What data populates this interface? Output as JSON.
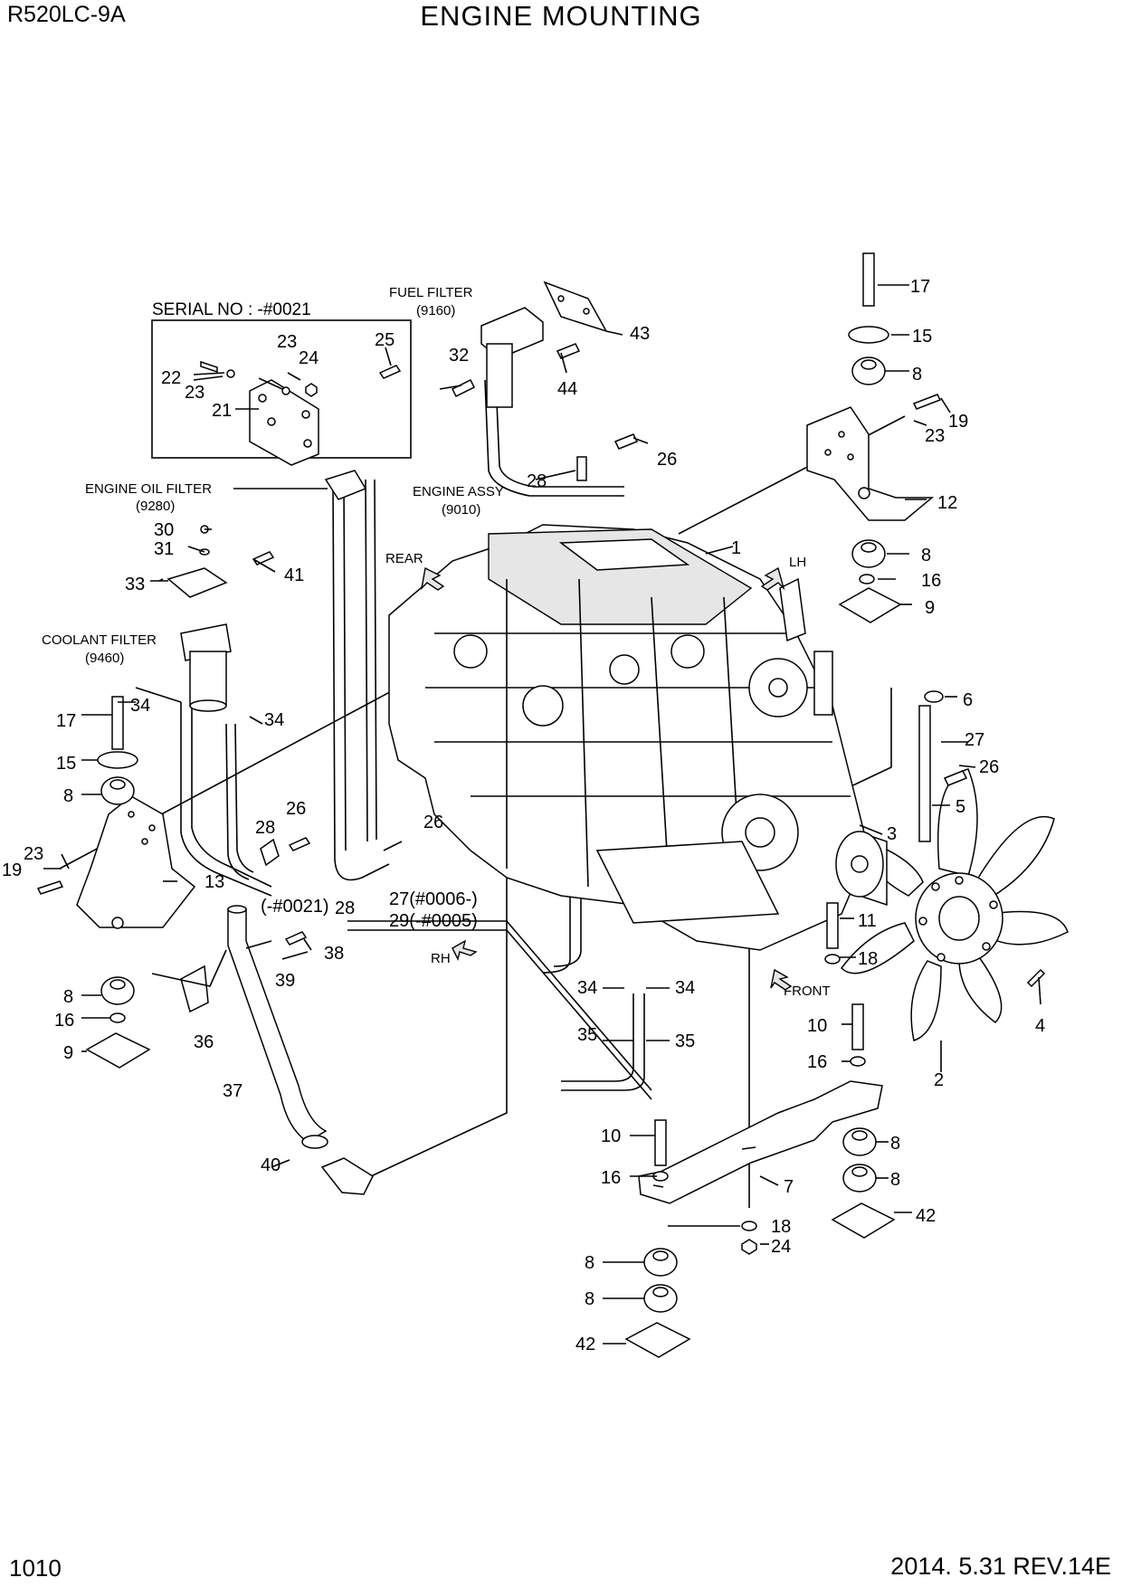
{
  "header": {
    "model": "R520LC-9A",
    "title": "ENGINE MOUNTING"
  },
  "footer": {
    "page_number": "1010",
    "revision": "2014. 5.31  REV.14E"
  },
  "inset": {
    "title": "SERIAL NO : -#0021"
  },
  "assemblies": {
    "fuel_filter": "FUEL FILTER",
    "fuel_filter_code": "(9160)",
    "engine_oil_filter": "ENGINE OIL FILTER",
    "engine_oil_filter_code": "(9280)",
    "engine_assy": "ENGINE ASSY",
    "engine_assy_code": "(9010)",
    "coolant_filter": "COOLANT FILTER",
    "coolant_filter_code": "(9460)"
  },
  "directions": {
    "rear": "REAR",
    "lh": "LH",
    "rh": "RH",
    "front": "FRONT"
  },
  "notes": {
    "serial_a": "(-#0021)",
    "serial_b": "27(#0006-)",
    "serial_c": "29(-#0005)"
  },
  "callouts": {
    "c1": "1",
    "c2": "2",
    "c3": "3",
    "c4": "4",
    "c5": "5",
    "c6": "6",
    "c7": "7",
    "c8": "8",
    "c9": "9",
    "c10": "10",
    "c11": "11",
    "c12": "12",
    "c13": "13",
    "c15": "15",
    "c16": "16",
    "c17": "17",
    "c18": "18",
    "c19": "19",
    "c21": "21",
    "c22": "22",
    "c23": "23",
    "c24": "24",
    "c25": "25",
    "c26": "26",
    "c27": "27",
    "c28": "28",
    "c30": "30",
    "c31": "31",
    "c32": "32",
    "c33": "33",
    "c34": "34",
    "c35": "35",
    "c36": "36",
    "c37": "37",
    "c38": "38",
    "c39": "39",
    "c40": "40",
    "c41": "41",
    "c42": "42",
    "c43": "43",
    "c44": "44"
  }
}
